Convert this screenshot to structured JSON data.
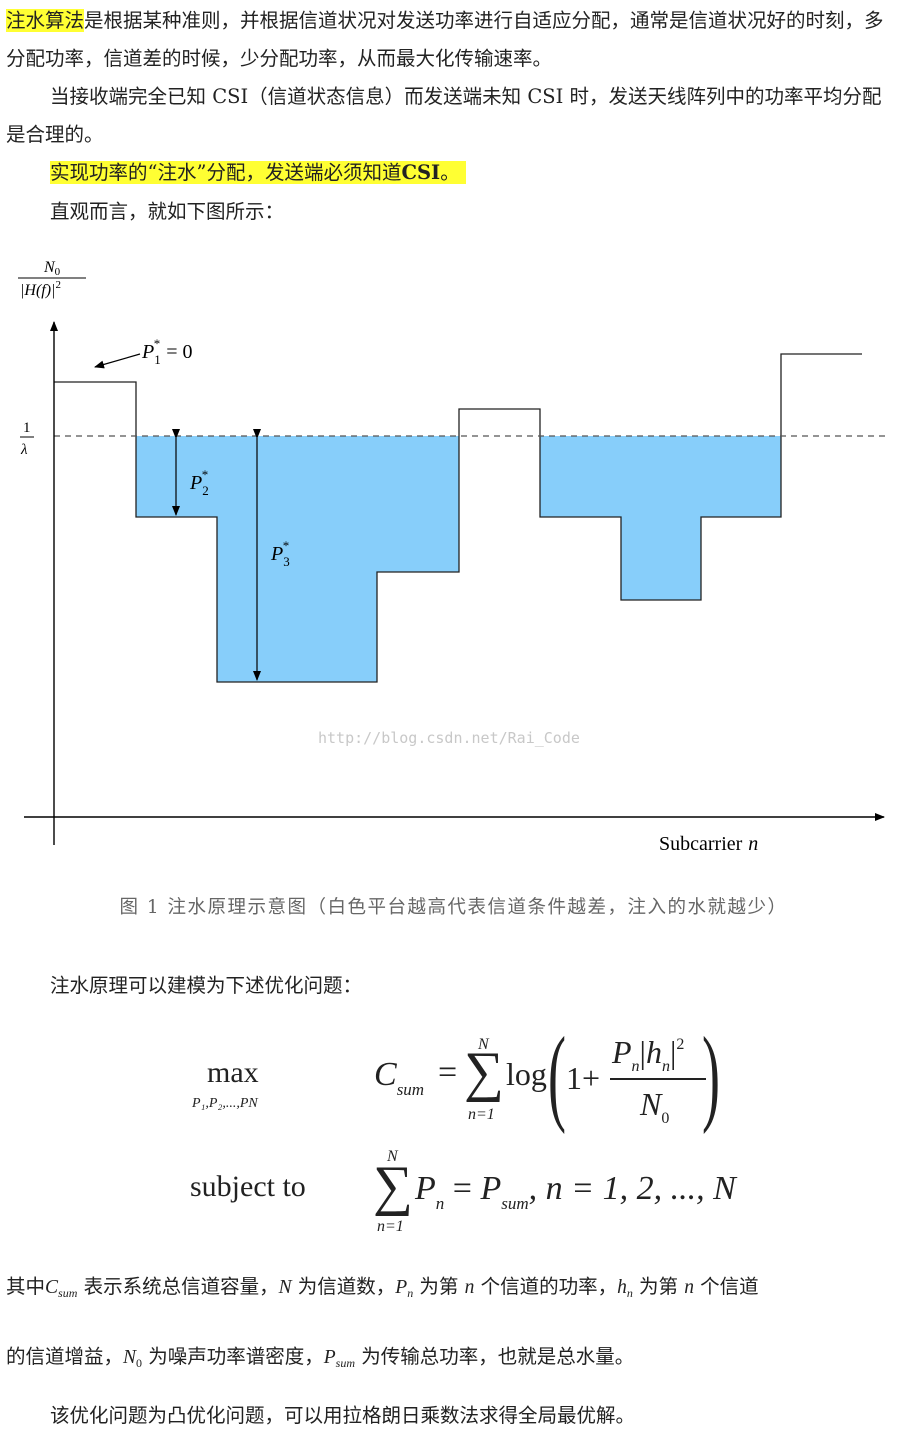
{
  "para1": {
    "highlight": "注水算法",
    "rest": "是根据某种准则，并根据信道状况对发送功率进行自适应分配，通常是信道状况好的时刻，多分配功率，信道差的时候，少分配功率，从而最大化传输速率。"
  },
  "para2": "当接收端完全已知 CSI（信道状态信息）而发送端未知 CSI 时，发送天线阵列中的功率平均分配是合理的。",
  "para3": {
    "text1": "实现功率的“注水”分配，发送端必须知道",
    "text2": "CSI",
    "text3": "。"
  },
  "para4": "直观而言，就如下图所示：",
  "figure": {
    "y_axis_label_num": "N",
    "y_axis_label_num_sub": "0",
    "y_axis_label_den": "|H(f)|",
    "y_axis_label_den_sup": "2",
    "level_label_num": "1",
    "level_label_den": "λ",
    "p1_label": "P",
    "p1_sub": "1",
    "p1_sup": "*",
    "p1_eq": "= 0",
    "p2_label": "P",
    "p2_sub": "2",
    "p2_sup": "*",
    "p3_label": "P",
    "p3_sub": "3",
    "p3_sup": "*",
    "x_axis_label": "Subcarrier",
    "x_axis_var": "n",
    "watermark": "http://blog.csdn.net/Rai_Code",
    "water_color": "#87cefa"
  },
  "caption": "图 1  注水原理示意图（白色平台越高代表信道条件越差，注入的水就越少）",
  "para5": "注水原理可以建模为下述优化问题：",
  "formula": {
    "max": "max",
    "max_sub": "P₁,P₂,...,P",
    "max_sub_n": "N",
    "C": "C",
    "C_sub": "sum",
    "eq": "=",
    "sum_top": "N",
    "sum_bottom": "n=1",
    "log": "log",
    "one_plus": "1+",
    "num_P": "P",
    "num_P_sub": "n",
    "num_h": "h",
    "num_h_sub": "n",
    "num_sup": "2",
    "den_N": "N",
    "den_N_sub": "0",
    "subject_to": "subject to",
    "st_sum_top": "N",
    "st_sum_bottom": "n=1",
    "st_P": "P",
    "st_P_sub": "n",
    "st_eq": "=",
    "st_Psum": "P",
    "st_Psum_sub": "sum",
    "st_rest": ", n = 1, 2, ..., N"
  },
  "para6": {
    "t1": "其中",
    "C": "C",
    "C_sub": "sum",
    "t2": " 表示系统总信道容量，",
    "N": "N",
    "t3": " 为信道数，",
    "P": "P",
    "P_sub": "n",
    "t4": " 为第 ",
    "n1": "n",
    "t5": " 个信道的功率，",
    "h": "h",
    "h_sub": "n",
    "t6": " 为第 ",
    "n2": "n",
    "t7": " 个信道"
  },
  "para7": {
    "t1": "的信道增益，",
    "N": "N",
    "N_sub": "0",
    "t2": " 为噪声功率谱密度，",
    "P": "P",
    "P_sub": "sum",
    "t3": " 为传输总功率，也就是总水量。"
  },
  "para8": "该优化问题为凸优化问题，可以用拉格朗日乘数法求得全局最优解。"
}
